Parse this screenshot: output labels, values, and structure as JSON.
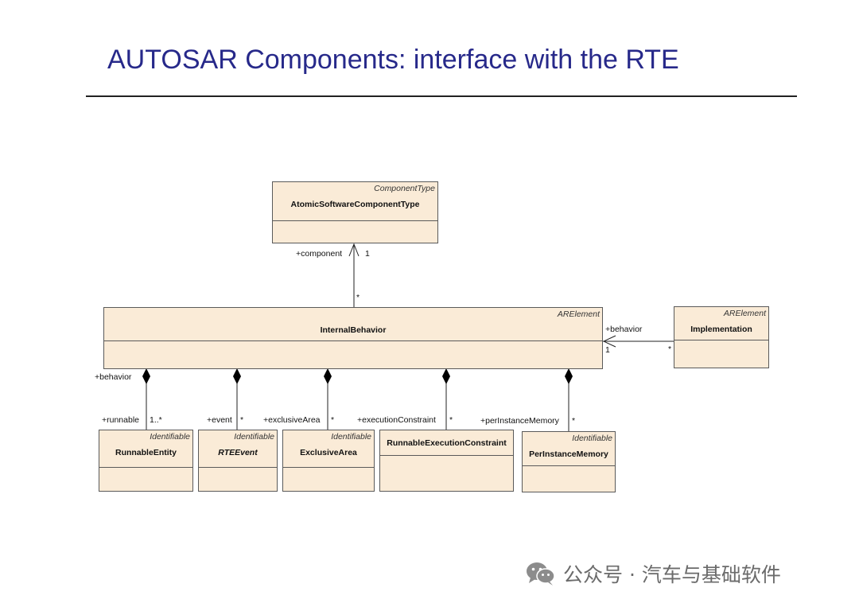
{
  "title": "AUTOSAR Components: interface with the RTE",
  "classes": {
    "component_type": {
      "stereotype": "ComponentType",
      "name": "AtomicSoftwareComponentType"
    },
    "internal_behavior": {
      "stereotype": "ARElement",
      "name": "InternalBehavior"
    },
    "implementation": {
      "stereotype": "ARElement",
      "name": "Implementation"
    },
    "runnable_entity": {
      "stereotype": "Identifiable",
      "name": "RunnableEntity"
    },
    "rte_event": {
      "stereotype": "Identifiable",
      "name": "RTEEvent"
    },
    "exclusive_area": {
      "stereotype": "Identifiable",
      "name": "ExclusiveArea"
    },
    "runnable_execution_constraint": {
      "stereotype": "",
      "name": "RunnableExecutionConstraint"
    },
    "per_instance_memory": {
      "stereotype": "Identifiable",
      "name": "PerInstanceMemory"
    }
  },
  "associations": {
    "component": {
      "role": "+component",
      "mult_target": "1",
      "mult_source": "*"
    },
    "implementation_behavior": {
      "role": "+behavior",
      "mult_target": "1",
      "mult_source": "*"
    },
    "composition_behavior_role": "+behavior",
    "runnable": {
      "role": "+runnable",
      "mult": "1..*"
    },
    "event": {
      "role": "+event",
      "mult": "*"
    },
    "exclusive_area": {
      "role": "+exclusiveArea",
      "mult": "*"
    },
    "execution_constraint": {
      "role": "+executionConstraint",
      "mult": "*"
    },
    "per_instance_memory": {
      "role": "+perInstanceMemory",
      "mult": "*"
    }
  },
  "watermark": {
    "icon": "wechat-icon",
    "text": "公众号 · 汽车与基础软件"
  }
}
